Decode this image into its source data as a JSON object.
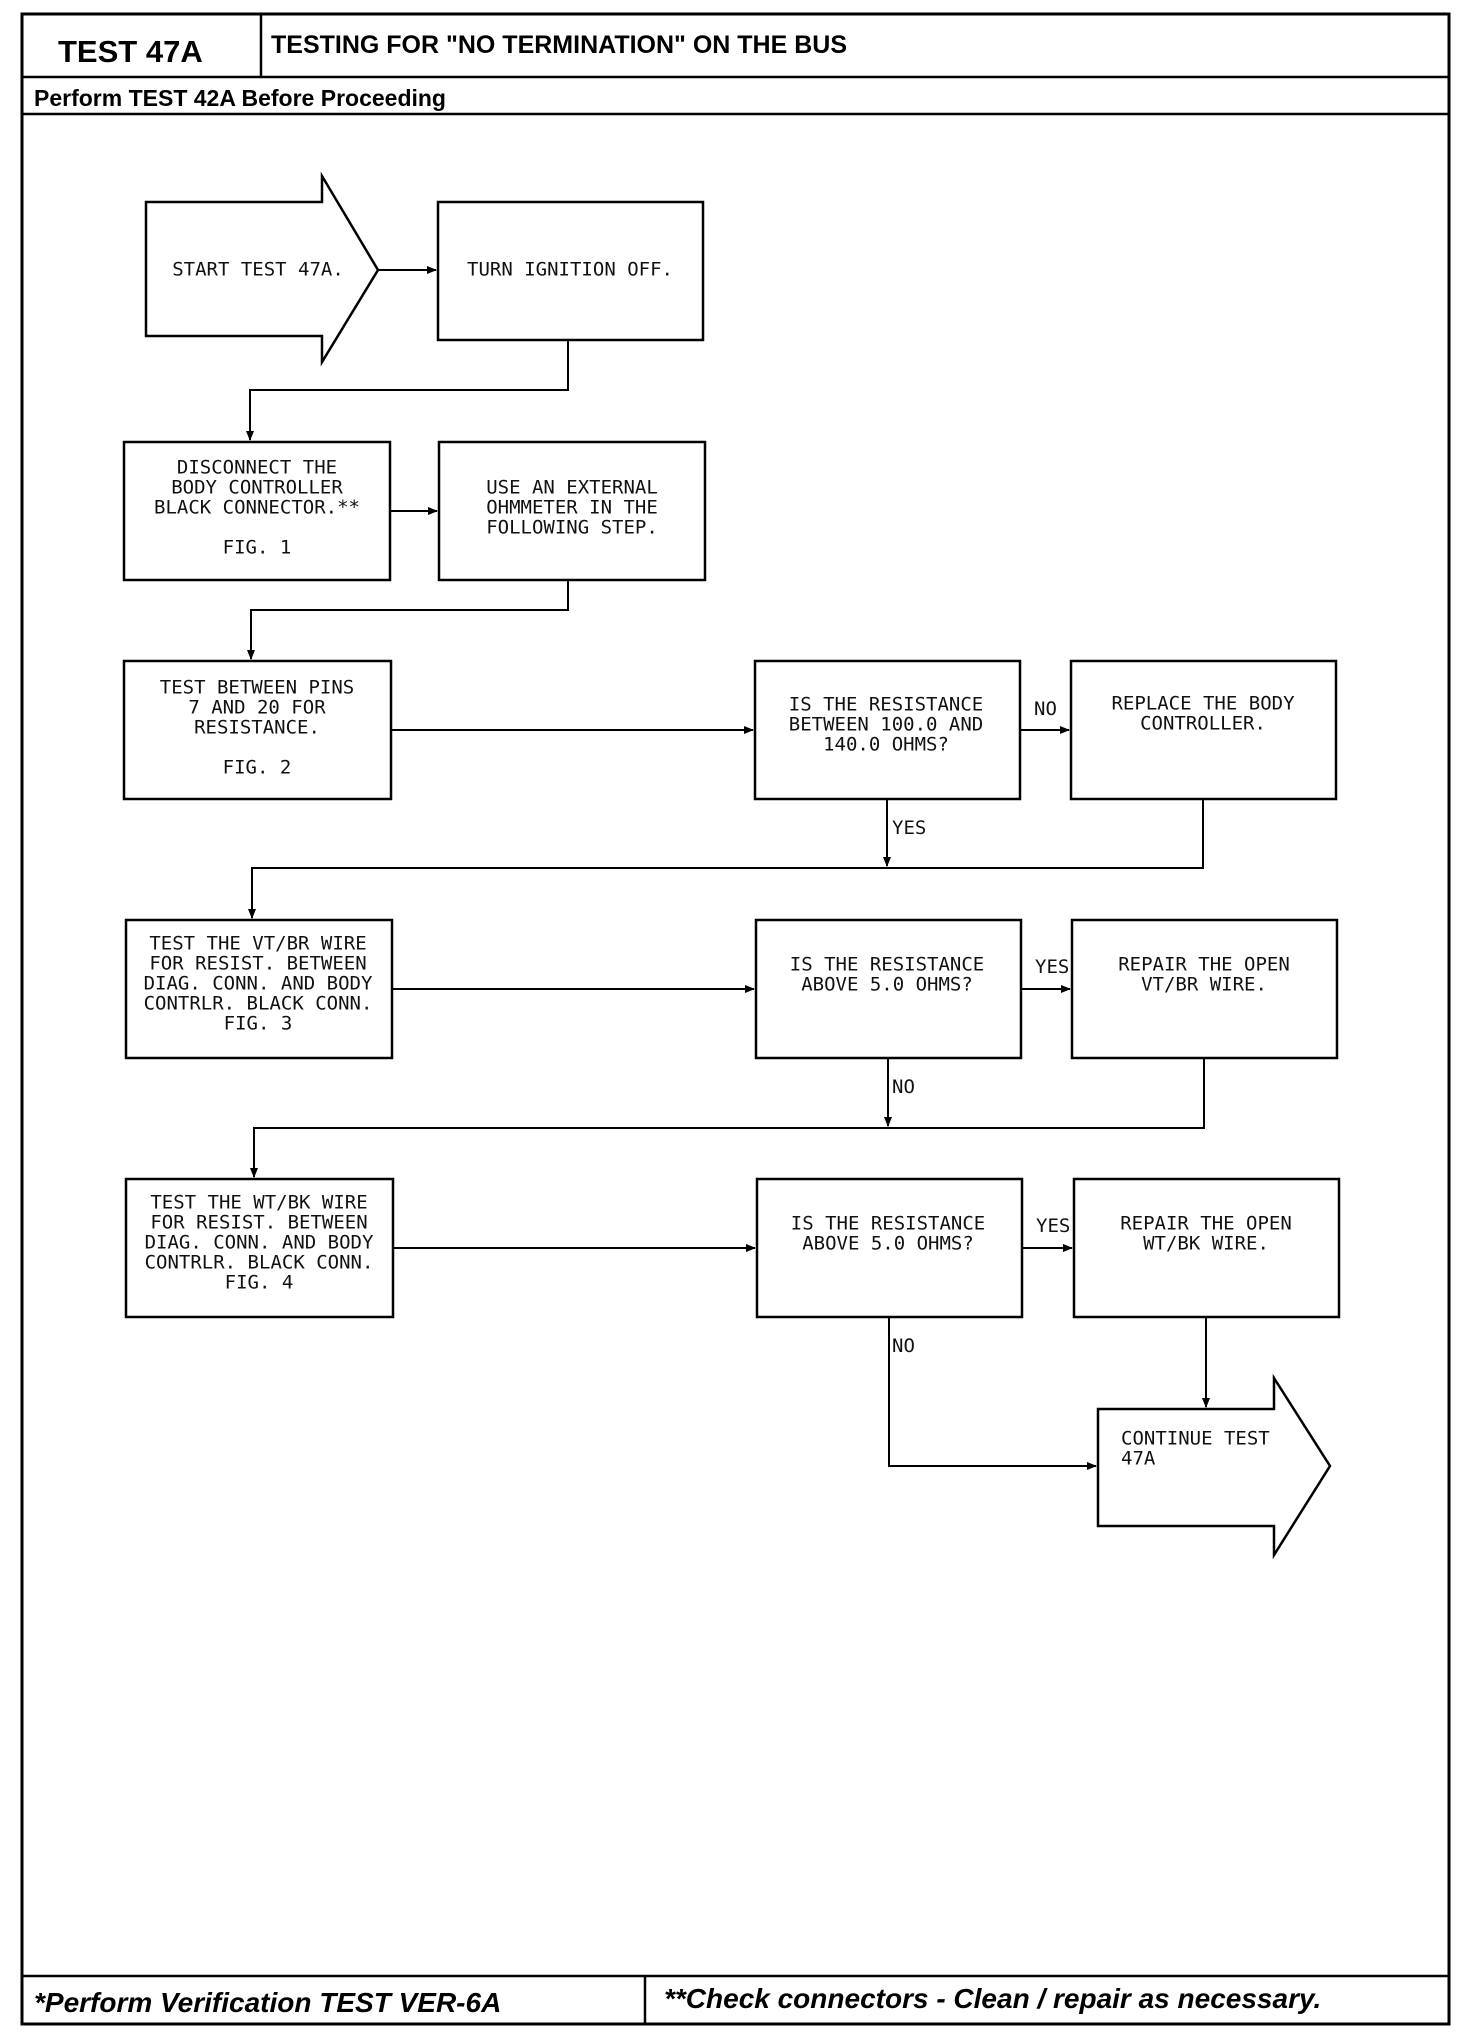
{
  "header": {
    "test_id": "TEST 47A",
    "title": "TESTING FOR \"NO TERMINATION\" ON THE BUS",
    "prerequisite": "Perform TEST 42A Before Proceeding"
  },
  "flow": {
    "start": [
      "START TEST 47A."
    ],
    "ignition_off": [
      "TURN IGNITION OFF."
    ],
    "disconnect": [
      "DISCONNECT THE",
      "BODY CONTROLLER",
      "BLACK CONNECTOR.**",
      "",
      "FIG. 1"
    ],
    "ohmmeter": [
      "USE AN EXTERNAL",
      "OHMMETER IN THE",
      "FOLLOWING STEP."
    ],
    "test_pins": [
      "TEST BETWEEN PINS",
      "7 AND 20 FOR",
      "RESISTANCE.",
      "",
      "FIG. 2"
    ],
    "q_resistance_range": [
      "IS THE RESISTANCE",
      "BETWEEN 100.0 AND",
      "140.0 OHMS?"
    ],
    "replace_controller": [
      "REPLACE THE BODY",
      "CONTROLLER."
    ],
    "test_vtbr": [
      "TEST THE VT/BR WIRE",
      "FOR RESIST. BETWEEN",
      "DIAG. CONN. AND BODY",
      "CONTRLR. BLACK CONN.",
      "FIG. 3"
    ],
    "q_vtbr": [
      "IS THE RESISTANCE",
      "ABOVE 5.0 OHMS?"
    ],
    "repair_vtbr": [
      "REPAIR THE OPEN",
      "VT/BR WIRE."
    ],
    "test_wtbk": [
      "TEST THE WT/BK WIRE",
      "FOR RESIST. BETWEEN",
      "DIAG. CONN. AND BODY",
      "CONTRLR. BLACK CONN.",
      "FIG. 4"
    ],
    "q_wtbk": [
      "IS THE RESISTANCE",
      "ABOVE 5.0 OHMS?"
    ],
    "repair_wtbk": [
      "REPAIR THE OPEN",
      "WT/BK WIRE."
    ],
    "continue": [
      "CONTINUE TEST",
      "47A"
    ]
  },
  "labels": {
    "no": "NO",
    "yes": "YES"
  },
  "footer": {
    "left": "*Perform Verification TEST VER-6A",
    "right": "**Check connectors - Clean / repair as necessary."
  }
}
